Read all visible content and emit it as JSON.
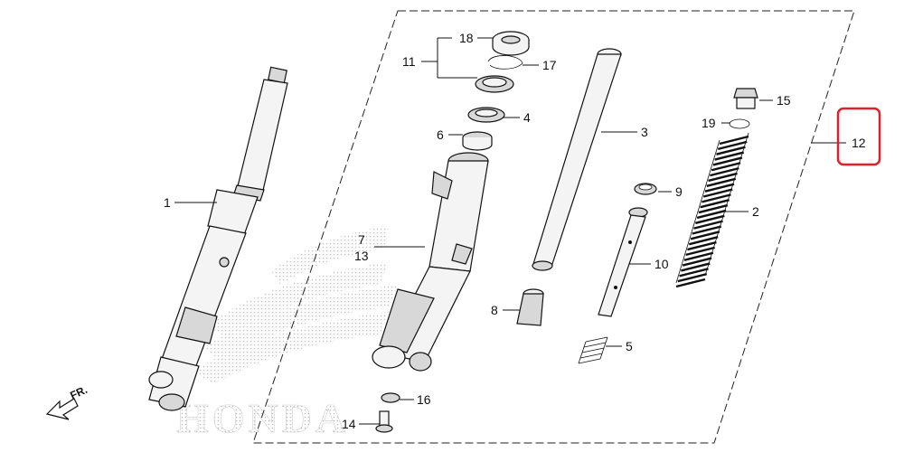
{
  "diagram": {
    "brand_watermark": "HONDA",
    "front_arrow": "FR.",
    "highlight_color": "#e0202a",
    "highlighted_callout": "12",
    "callouts": {
      "c1": "1",
      "c2": "2",
      "c3": "3",
      "c4": "4",
      "c5": "5",
      "c6": "6",
      "c7": "7",
      "c8": "8",
      "c9": "9",
      "c10": "10",
      "c11": "11",
      "c12": "12",
      "c13": "13",
      "c14": "14",
      "c15": "15",
      "c16": "16",
      "c17": "17",
      "c18": "18",
      "c19": "19"
    }
  }
}
